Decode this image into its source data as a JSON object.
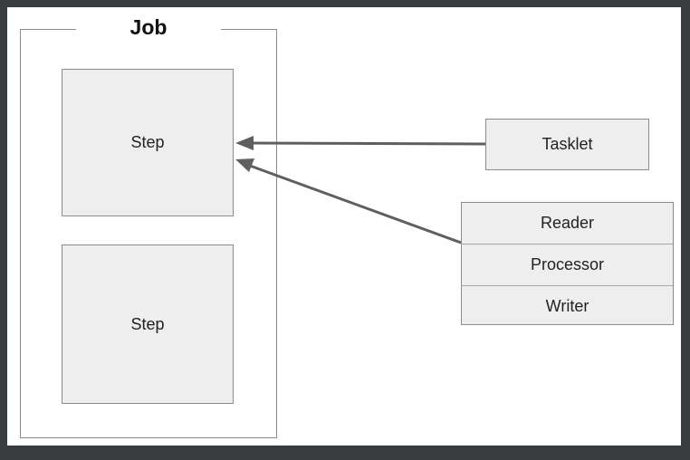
{
  "job": {
    "title": "Job"
  },
  "steps": [
    "Step",
    "Step"
  ],
  "tasklet": {
    "label": "Tasklet"
  },
  "chunk_items": [
    "Reader",
    "Processor",
    "Writer"
  ],
  "colors": {
    "frame_border": "#8c8c8c",
    "box_fill": "#eeeeee",
    "arrow": "#5f5f5f",
    "background": "#3a3d40"
  }
}
